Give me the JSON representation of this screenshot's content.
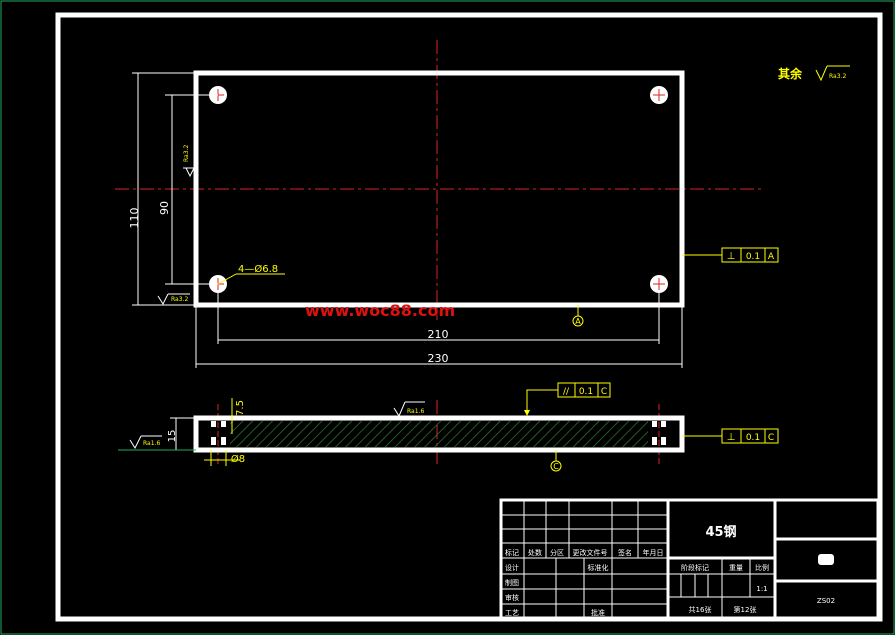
{
  "drawing": {
    "watermark": "www.woc88.com",
    "other_roughness_label": "其余",
    "roughness_value_small": "Ra3.2",
    "roughness_value_left": "Ra3.2",
    "roughness_value_bottom": "Ra3.2",
    "roughness_value_mid": "Ra1.6",
    "roughness_value_side": "Ra1.6",
    "hole_callout": "4—Ø6.8",
    "dim_110": "110",
    "dim_90": "90",
    "dim_210": "210",
    "dim_230": "230",
    "dim_15": "15",
    "dim_7_5": "7.5",
    "dim_8": "Ø8",
    "datum_a": "A",
    "datum_c": "C",
    "tol_perp_top": {
      "symbol": "⊥",
      "value": "0.1",
      "datum": "A"
    },
    "tol_parallel": {
      "symbol": "//",
      "value": "0.1",
      "datum": "C"
    },
    "tol_perp_side": {
      "symbol": "⊥",
      "value": "0.1",
      "datum": "C"
    }
  },
  "title_block": {
    "material": "45钢",
    "headers": [
      "标记",
      "处数",
      "分区",
      "更改文件号",
      "签名",
      "年月日"
    ],
    "rows": [
      "设计",
      "制图",
      "审核",
      "工艺"
    ],
    "std_label": "标准化",
    "approve_label": "批准",
    "stage_label": "阶段标记",
    "weight_label": "重量",
    "scale_label": "比例",
    "scale_value": "1:1",
    "sheets_total": "共16张",
    "sheet_no": "第12张",
    "drawing_code": "ZS02"
  }
}
